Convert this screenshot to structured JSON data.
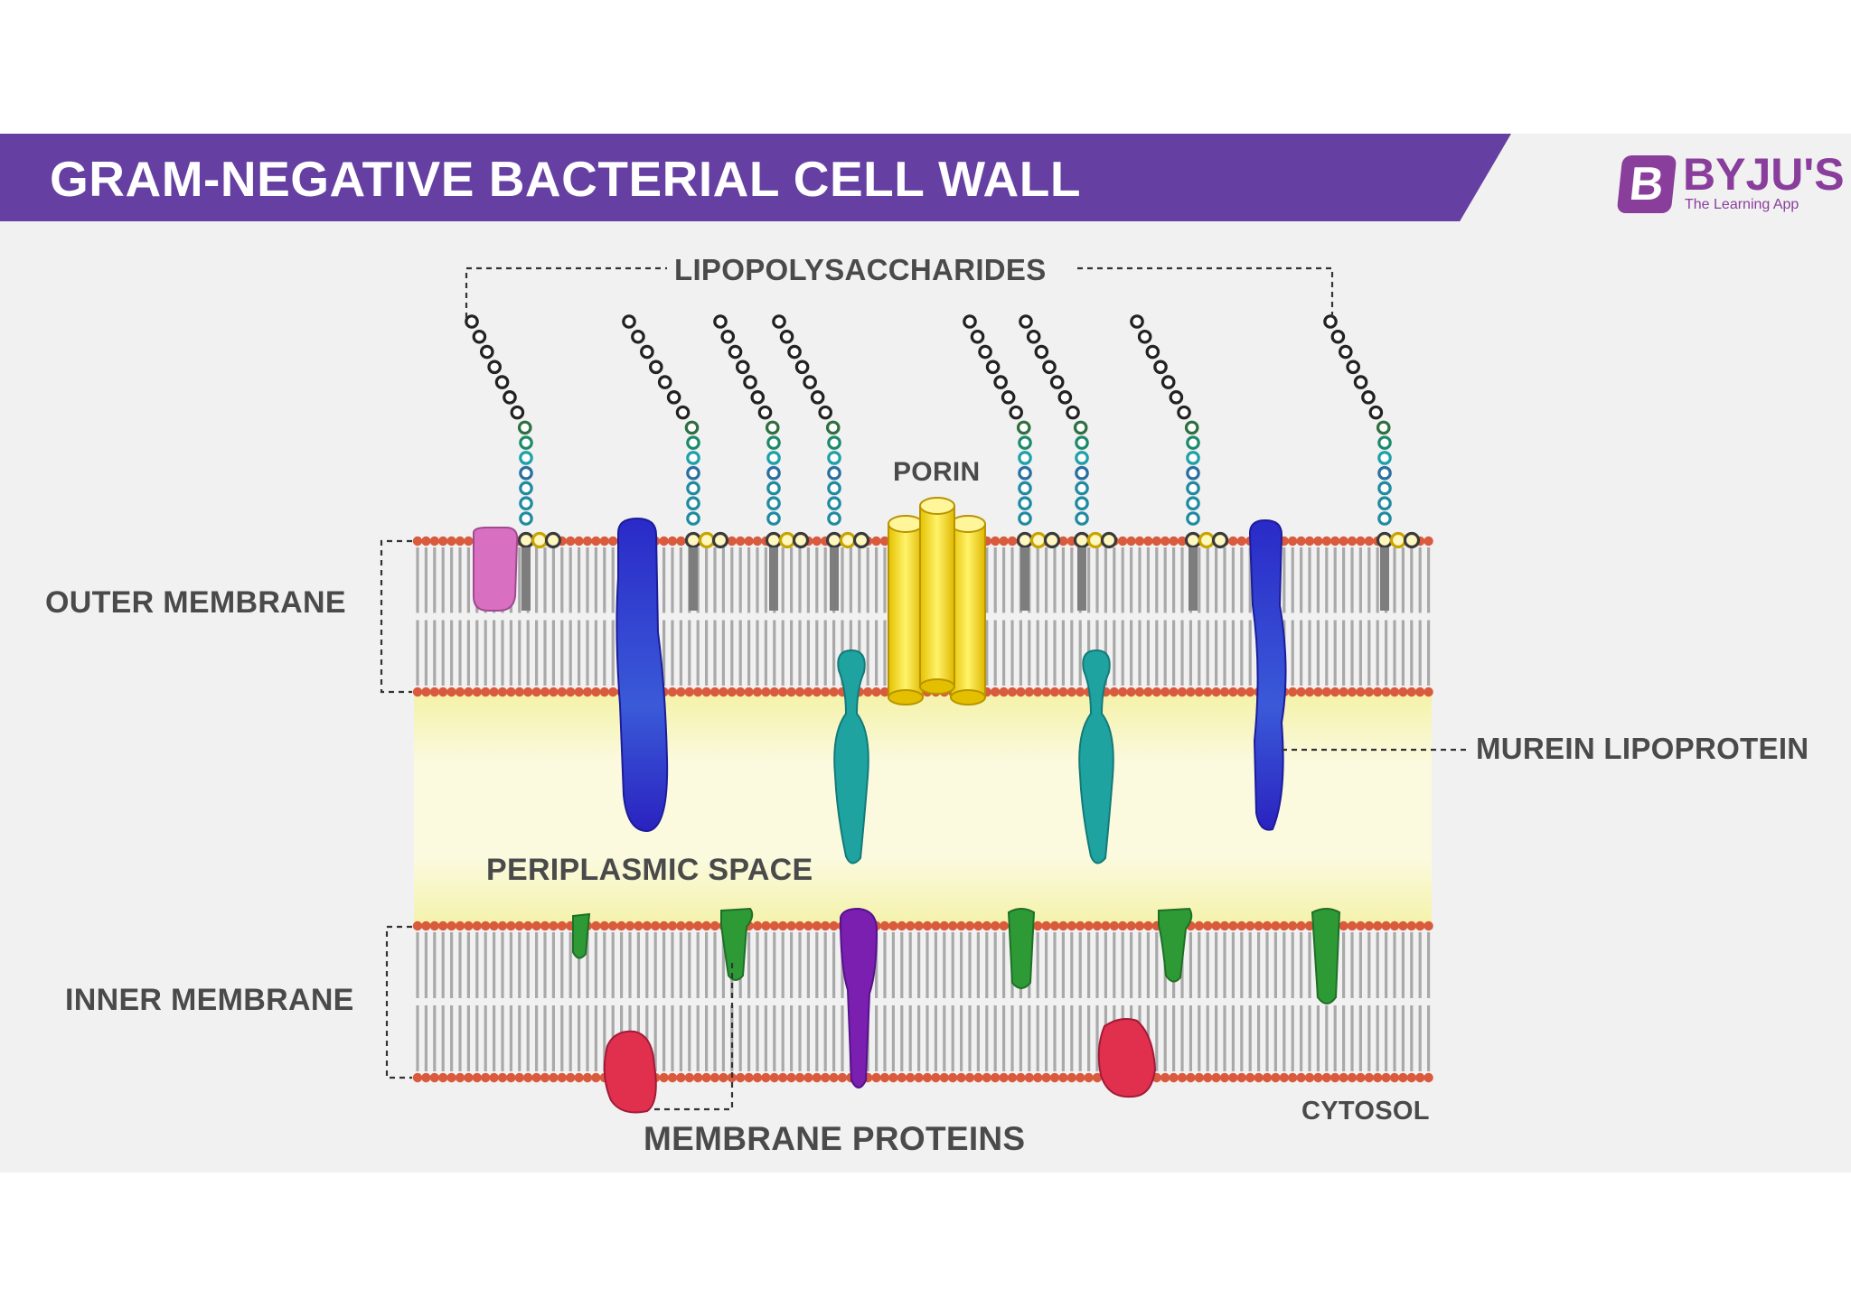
{
  "header": {
    "title": "GRAM-NEGATIVE BACTERIAL CELL WALL"
  },
  "logo": {
    "mark": "B",
    "name": "BYJU'S",
    "tagline": "The Learning App"
  },
  "labels": {
    "lipopolysaccharides": "LIPOPOLYSACCHARIDES",
    "porin": "PORIN",
    "outer_membrane": "OUTER MEMBRANE",
    "murein_lipoprotein": "MUREIN LIPOPROTEIN",
    "periplasmic_space": "PERIPLASMIC SPACE",
    "inner_membrane": "INNER MEMBRANE",
    "cytosol": "CYTOSOL",
    "membrane_proteins": "MEMBRANE PROTEINS"
  },
  "colors": {
    "banner": "#653fa1",
    "brand": "#8a3e9c",
    "phospholipid_head": "#d95a3c",
    "lipid_tail": "#a9a9a9",
    "porin": "#f1d21a",
    "murein_lipoprotein": "#2f2fd0",
    "anchored_protein": "#1fa3a0",
    "membrane_protein_green": "#2e9a36",
    "membrane_protein_red": "#e0304e",
    "membrane_protein_purple": "#7a1fb0",
    "pink_protein": "#d86fc0",
    "periplasm": "#f7f5c6"
  }
}
